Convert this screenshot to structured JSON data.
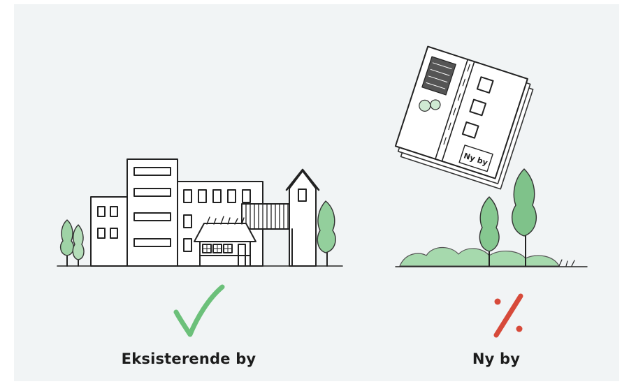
{
  "captions": {
    "existing_city": "Eksisterende by",
    "new_city": "Ny by"
  },
  "blueprint_label": "Ny by",
  "icons": {
    "existing_city_mark": "check-icon",
    "new_city_mark": "percent-icon"
  },
  "colors": {
    "background": "#f1f4f5",
    "check": "#6cc07a",
    "percent": "#d74a3a",
    "foliage": "#7cc486",
    "ink": "#222222"
  }
}
